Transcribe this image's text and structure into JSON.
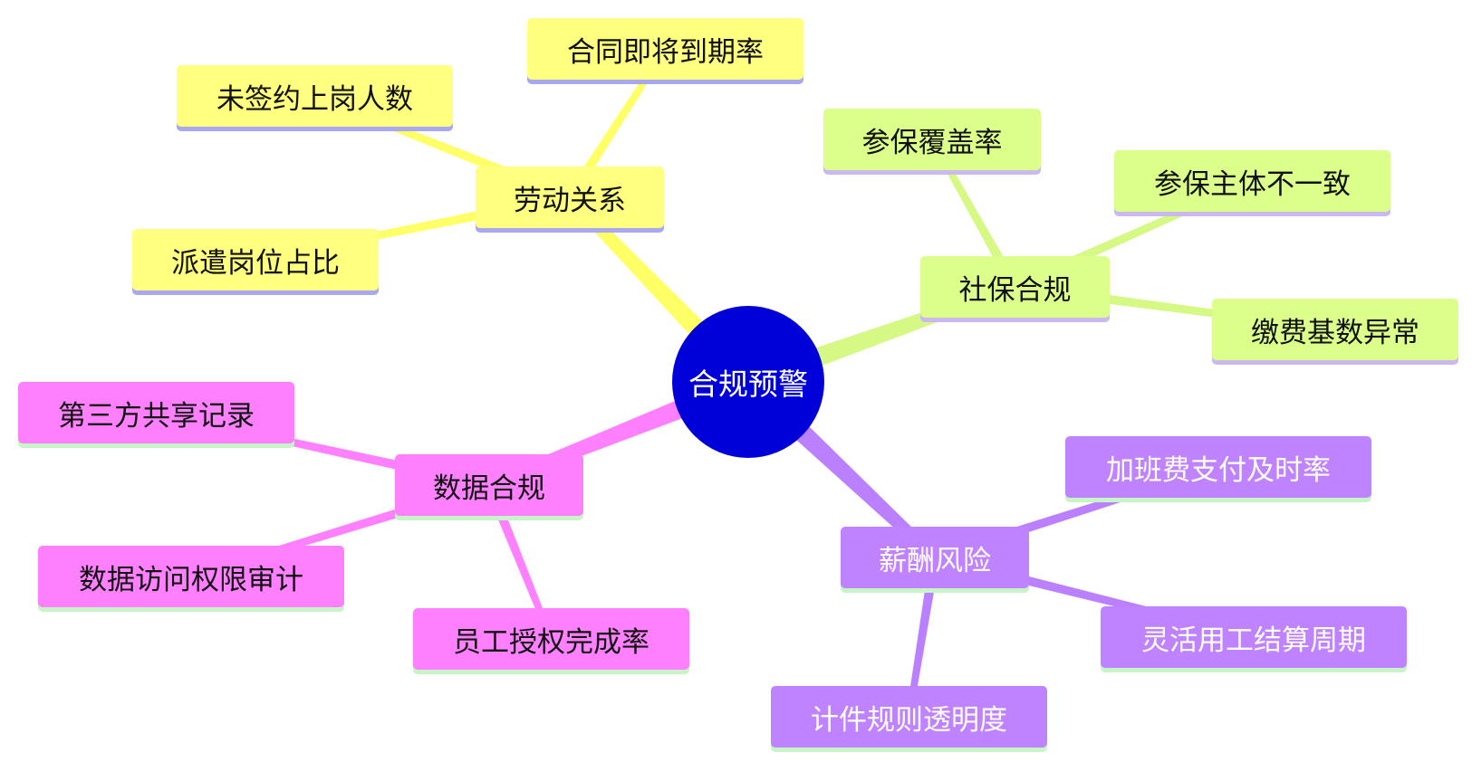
{
  "diagram": {
    "center": {
      "label": "合规预警",
      "color": "#0000d9"
    },
    "branches": [
      {
        "id": "labor",
        "label": "劳动关系",
        "color": "#ffff80",
        "link_color": "#ffff66",
        "underline": "#a8a8f0",
        "text_color": "#111111",
        "children": [
          "未签约上岗人数",
          "合同即将到期率",
          "派遣岗位占比"
        ]
      },
      {
        "id": "social",
        "label": "社保合规",
        "color": "#dcff8c",
        "link_color": "#d6f986",
        "underline": "#cbb8f0",
        "text_color": "#111111",
        "children": [
          "参保覆盖率",
          "参保主体不一致",
          "缴费基数异常"
        ]
      },
      {
        "id": "data",
        "label": "数据合规",
        "color": "#ff80ff",
        "link_color": "#ff80ff",
        "underline": "#c8f5c8",
        "text_color": "#111111",
        "children": [
          "第三方共享记录",
          "数据访问权限审计",
          "员工授权完成率"
        ]
      },
      {
        "id": "salary",
        "label": "薪酬风险",
        "color": "#c083ff",
        "link_color": "#bb80ff",
        "underline": "#c8f5c8",
        "text_color": "#ffffff",
        "children": [
          "加班费支付及时率",
          "灵活用工结算周期",
          "计件规则透明度"
        ]
      }
    ]
  }
}
